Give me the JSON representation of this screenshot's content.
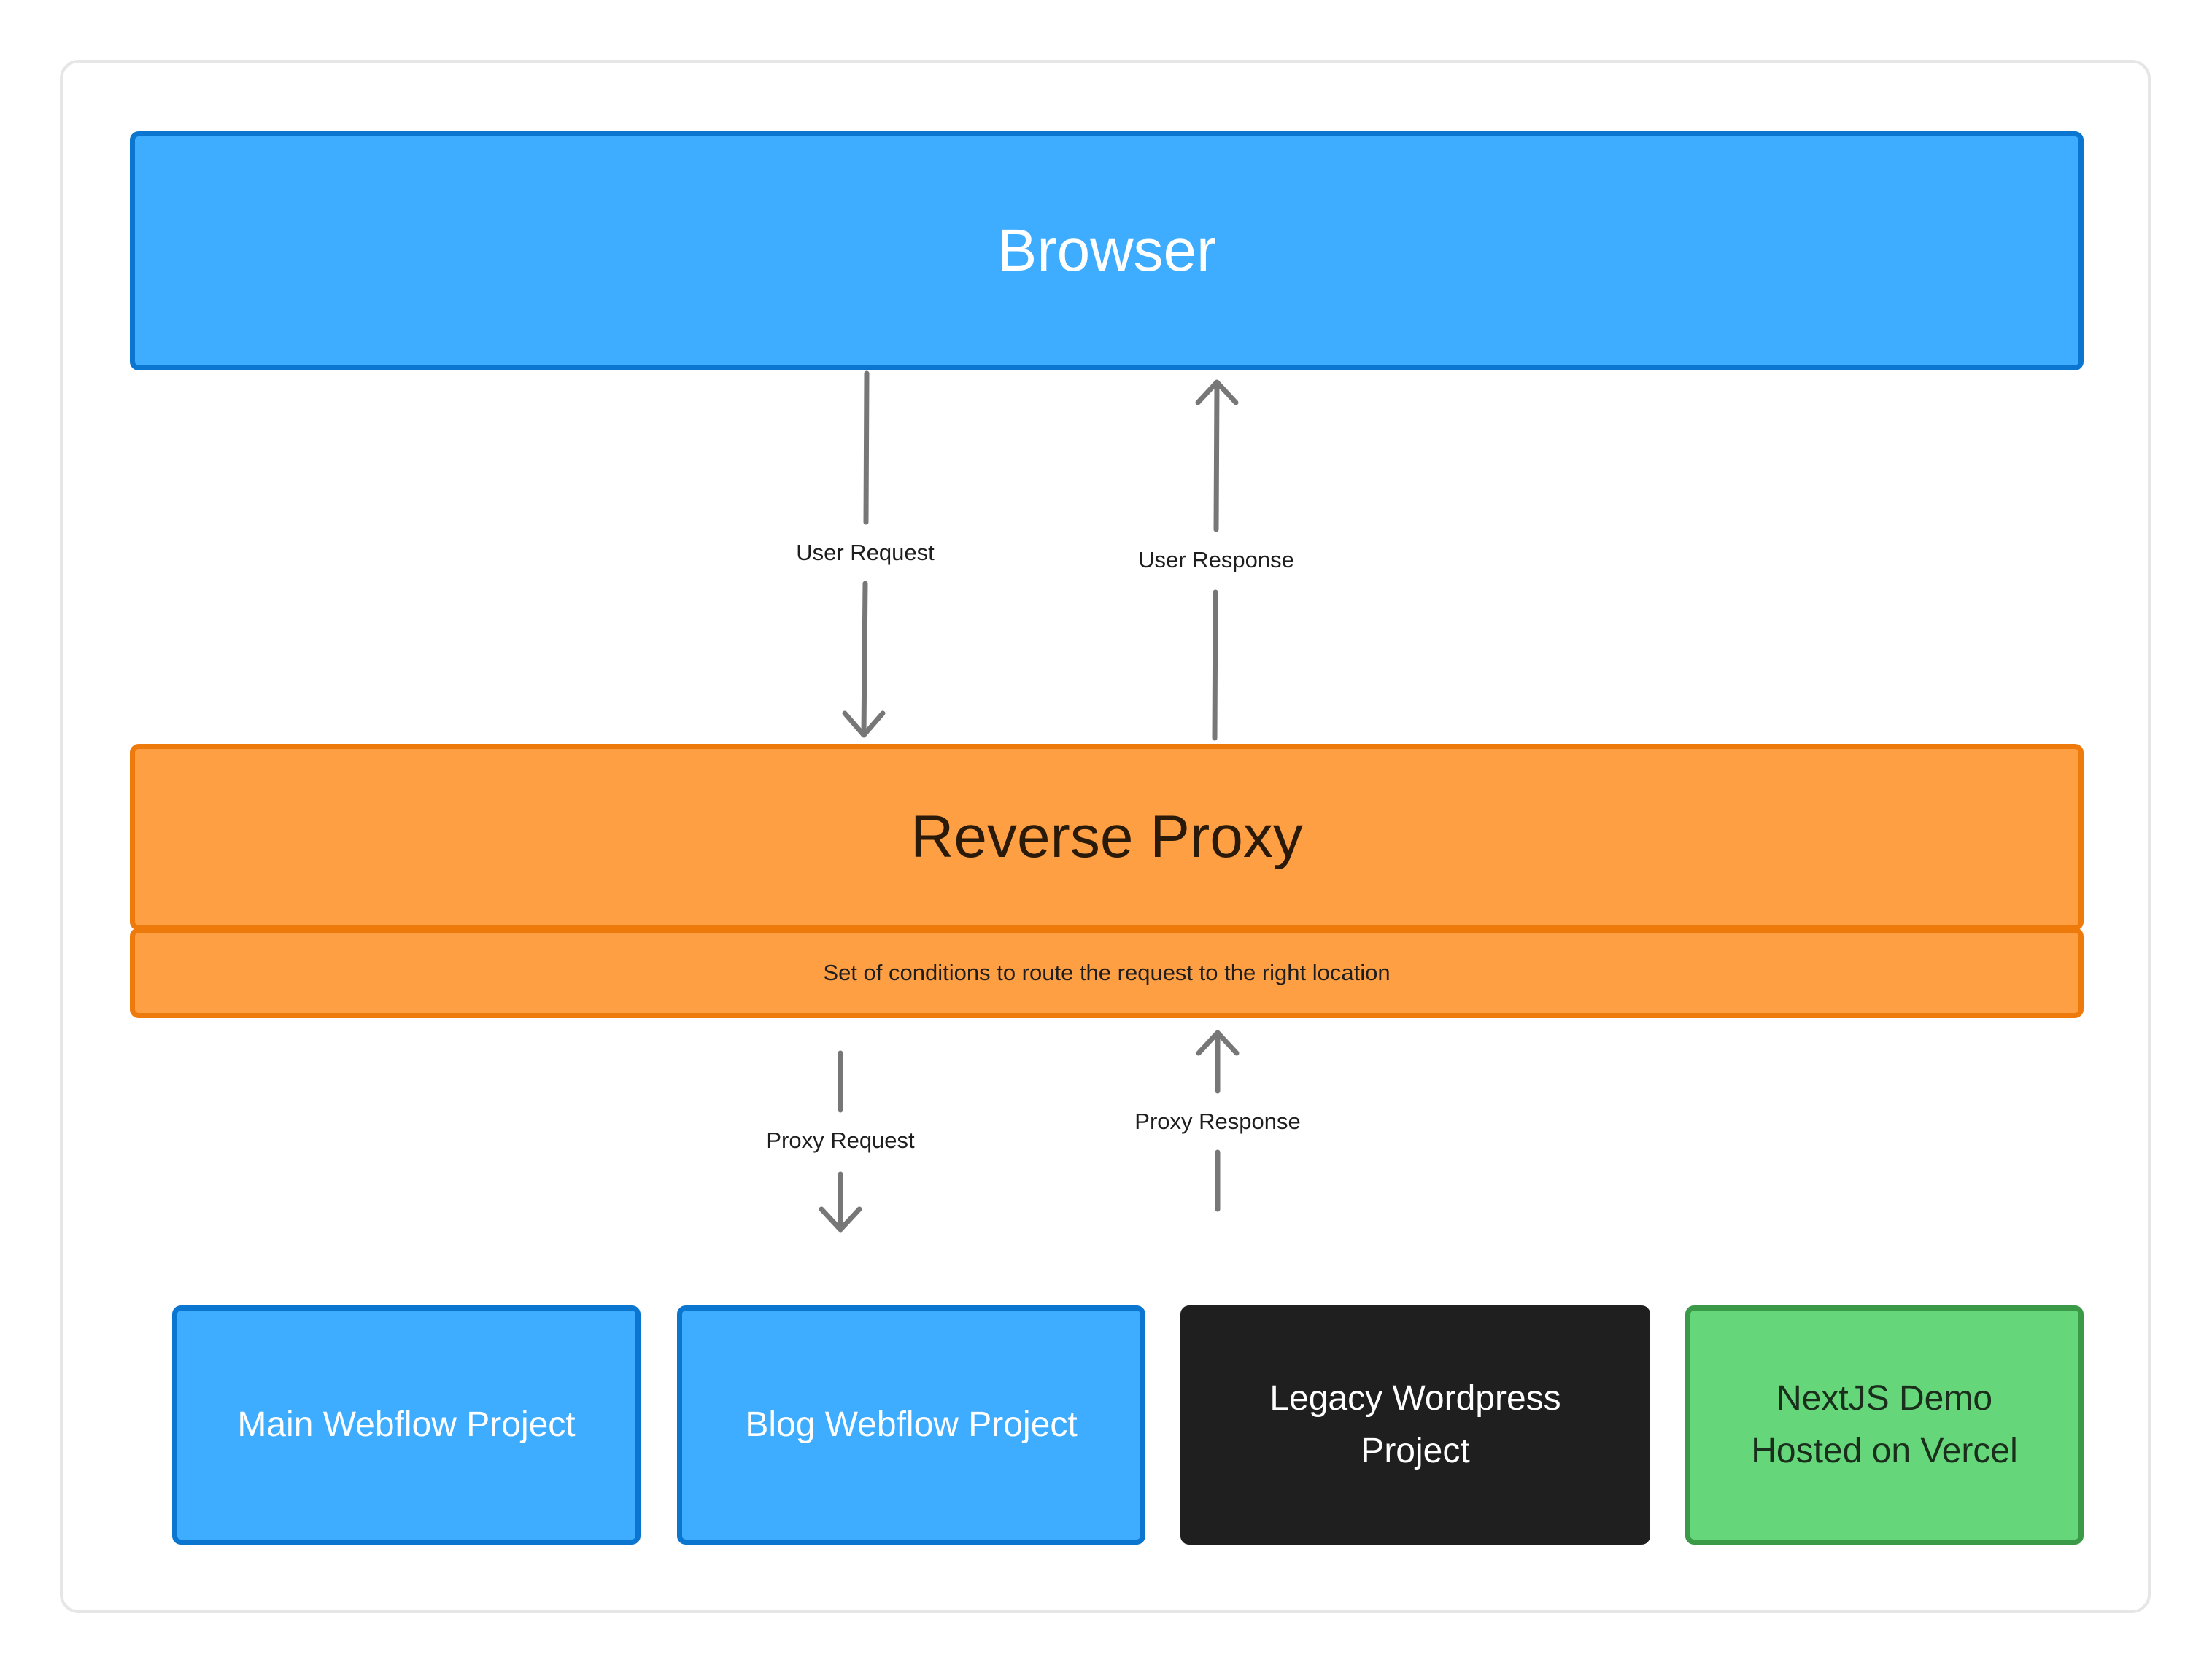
{
  "diagram": {
    "nodes": {
      "browser": {
        "label": "Browser",
        "fill": "#3eacff",
        "stroke": "#0b76d0"
      },
      "reverse_proxy": {
        "label": "Reverse Proxy",
        "fill": "#ff9f43",
        "stroke": "#ef7a0c"
      },
      "proxy_conditions": {
        "label": "Set of conditions to route the request to the right location"
      },
      "targets": [
        {
          "label": "Main Webflow Project",
          "fill": "#3eacff",
          "stroke": "#0b76d0"
        },
        {
          "label": "Blog Webflow Project",
          "fill": "#3eacff",
          "stroke": "#0b76d0"
        },
        {
          "label": "Legacy Wordpress\nProject",
          "fill": "#1f1f1f",
          "stroke": "#1f1f1f"
        },
        {
          "label": "NextJS Demo\nHosted on Vercel",
          "fill": "#66d67a",
          "stroke": "#3a9a47"
        }
      ]
    },
    "edges": {
      "user_request": "User Request",
      "user_response": "User Response",
      "proxy_request": "Proxy Request",
      "proxy_response": "Proxy Response"
    },
    "arrow_color": "#777777"
  }
}
